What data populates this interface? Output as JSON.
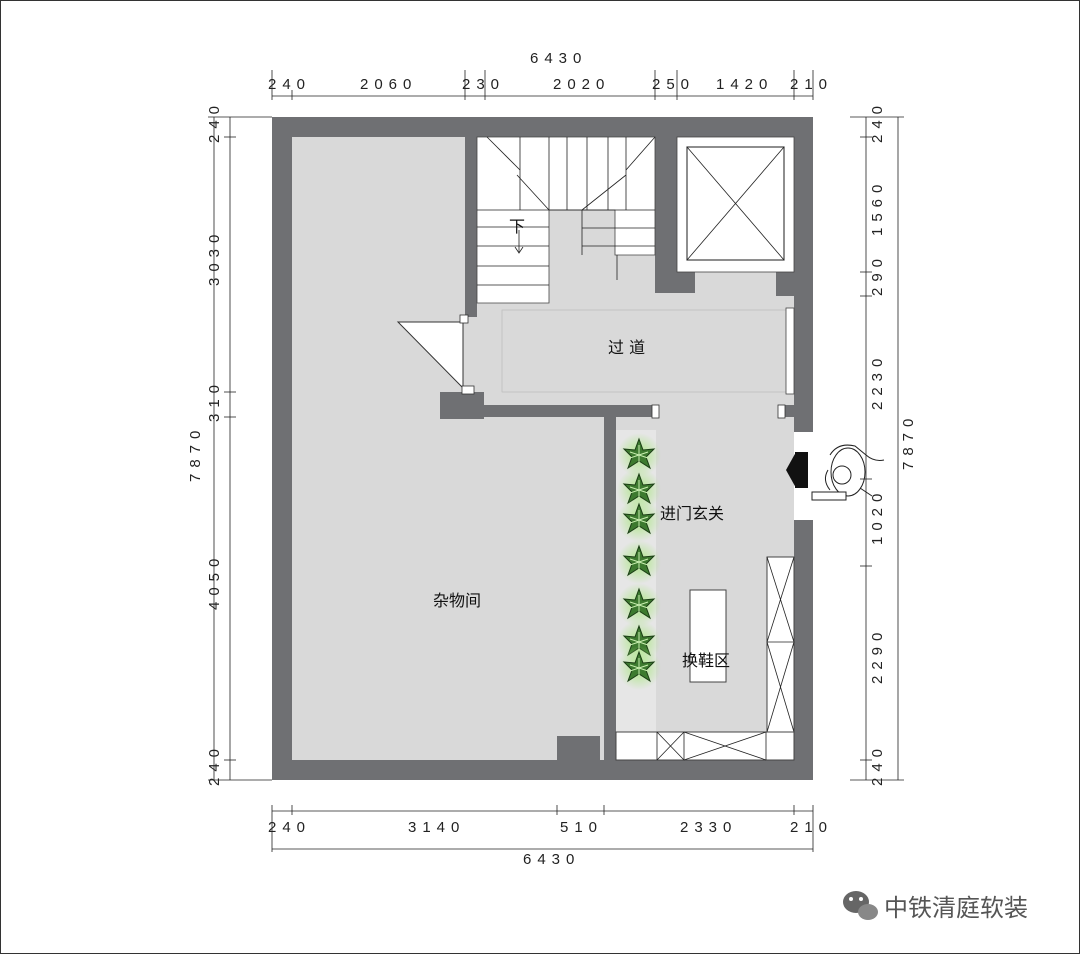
{
  "plan": {
    "top_dims": {
      "total": "6430",
      "segments": [
        "240",
        "2060",
        "230",
        "2020",
        "250",
        "1420",
        "210"
      ]
    },
    "bottom_dims": {
      "total": "6430",
      "segments": [
        "240",
        "3140",
        "510",
        "2330",
        "210"
      ]
    },
    "left_dims": {
      "total": "7870",
      "segments": [
        "240",
        "3030",
        "310",
        "4050",
        "240"
      ]
    },
    "right_dims": {
      "total": "7870",
      "segments": [
        "240",
        "1560",
        "290",
        "2230",
        "1020",
        "2290",
        "240"
      ]
    },
    "rooms": {
      "corridor": "过 道",
      "entrance": "进门玄关",
      "storage": "杂物间",
      "shoe_area": "换鞋区"
    },
    "stair_label": "下"
  },
  "watermark": {
    "icon": "wechat-icon",
    "text": "中铁清庭软装"
  },
  "colors": {
    "wall": "#6f7073",
    "floor": "#d9d9d9",
    "plant": "#3d7a2f",
    "plant_glow": "#a8e67f"
  }
}
